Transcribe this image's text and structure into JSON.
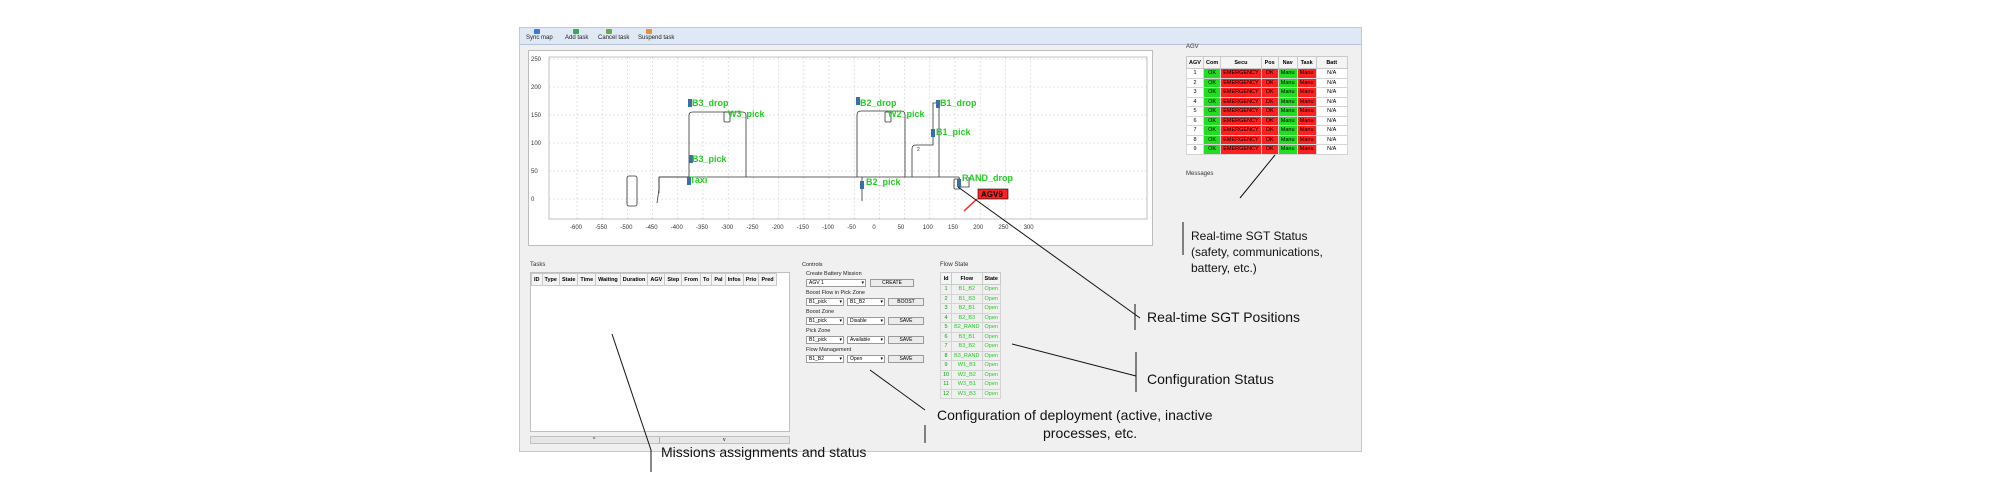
{
  "toolbar": {
    "buttons": [
      {
        "label": "Sync map",
        "color": "#3c78d8"
      },
      {
        "label": "Add task",
        "color": "#3aa757"
      },
      {
        "label": "Cancel task",
        "color": "#6aa84f"
      },
      {
        "label": "Suspend task",
        "color": "#e69138"
      }
    ]
  },
  "map": {
    "y_ticks": [
      "250",
      "200",
      "150",
      "100",
      "50",
      "0"
    ],
    "x_ticks": [
      "-600",
      "-550",
      "-500",
      "-450",
      "-400",
      "-350",
      "-300",
      "-250",
      "-200",
      "-150",
      "-100",
      "-50",
      "0",
      "50",
      "100",
      "150",
      "200",
      "250",
      "300"
    ],
    "labels": [
      "B3_drop",
      "W3_pick",
      "B3_pick",
      "Taxi",
      "B2_drop",
      "W2_pick",
      "B2_pick",
      "B1_drop",
      "B1_pick",
      "RAND_drop",
      "2"
    ],
    "agv_tag": "AGV9"
  },
  "agv": {
    "title": "AGV",
    "headers": [
      "AGV",
      "Com",
      "Secu",
      "Pos",
      "Nav",
      "Task",
      "Batt"
    ],
    "rows": [
      [
        "1",
        "OK",
        "EMERGENCY",
        "OK",
        "Manu",
        "Manu",
        "N/A"
      ],
      [
        "2",
        "OK",
        "EMERGENCY",
        "OK",
        "Manu",
        "Manu",
        "N/A"
      ],
      [
        "3",
        "OK",
        "EMERGENCY",
        "OK",
        "Manu",
        "Manu",
        "N/A"
      ],
      [
        "4",
        "OK",
        "EMERGENCY",
        "OK",
        "Manu",
        "Manu",
        "N/A"
      ],
      [
        "5",
        "OK",
        "EMERGENCY",
        "OK",
        "Manu",
        "Manu",
        "N/A"
      ],
      [
        "6",
        "OK",
        "EMERGENCY",
        "OK",
        "Manu",
        "Manu",
        "N/A"
      ],
      [
        "7",
        "OK",
        "EMERGENCY",
        "OK",
        "Manu",
        "Manu",
        "N/A"
      ],
      [
        "8",
        "OK",
        "EMERGENCY",
        "OK",
        "Manu",
        "Manu",
        "N/A"
      ],
      [
        "9",
        "OK",
        "EMERGENCY",
        "OK",
        "Manu",
        "Manu",
        "N/A"
      ]
    ],
    "messages_label": "Messages"
  },
  "tasks": {
    "title": "Tasks",
    "headers": [
      "ID",
      "Type",
      "State",
      "Time",
      "Waiting",
      "Duration",
      "AGV",
      "Step",
      "From",
      "To",
      "Pal",
      "Infos",
      "Prio",
      "Pred"
    ]
  },
  "controls": {
    "title": "Controls",
    "create_battery": {
      "label": "Create Battery Mission",
      "select": "AGV 1",
      "button": "CREATE"
    },
    "boost_flow": {
      "label": "Boost Flow in Pick Zone",
      "select1": "B1_pick",
      "select2": "B1_B2",
      "button": "BOOST"
    },
    "boost_zone": {
      "label": "Boost Zone",
      "select1": "B1_pick",
      "select2": "Disable",
      "button": "SAVE"
    },
    "pick_zone": {
      "label": "Pick Zone",
      "select1": "B1_pick",
      "select2": "Available",
      "button": "SAVE"
    },
    "flow_mgmt": {
      "label": "Flow Management",
      "select1": "B1_B2",
      "select2": "Open",
      "button": "SAVE"
    }
  },
  "flow": {
    "title": "Flow State",
    "headers": [
      "Id",
      "Flow",
      "State"
    ],
    "rows": [
      [
        "1",
        "B1_B2",
        "Open"
      ],
      [
        "2",
        "B1_B3",
        "Open"
      ],
      [
        "3",
        "B2_B1",
        "Open"
      ],
      [
        "4",
        "B2_B3",
        "Open"
      ],
      [
        "5",
        "B2_RAND",
        "Open"
      ],
      [
        "6",
        "B3_B1",
        "Open"
      ],
      [
        "7",
        "B3_B2",
        "Open"
      ],
      [
        "8",
        "B3_RAND",
        "Open"
      ],
      [
        "9",
        "W1_B1",
        "Open"
      ],
      [
        "10",
        "W2_B2",
        "Open"
      ],
      [
        "11",
        "W3_B1",
        "Open"
      ],
      [
        "12",
        "W3_B3",
        "Open"
      ]
    ]
  },
  "annotations": {
    "sgt_status": [
      "Real-time SGT Status",
      "(safety, communications,",
      "battery, etc.)"
    ],
    "sgt_positions": "Real-time SGT Positions",
    "config_status": "Configuration Status",
    "config_deploy": [
      "Configuration of deployment (active, inactive",
      "processes, etc."
    ],
    "missions": "Missions assignments and status"
  }
}
